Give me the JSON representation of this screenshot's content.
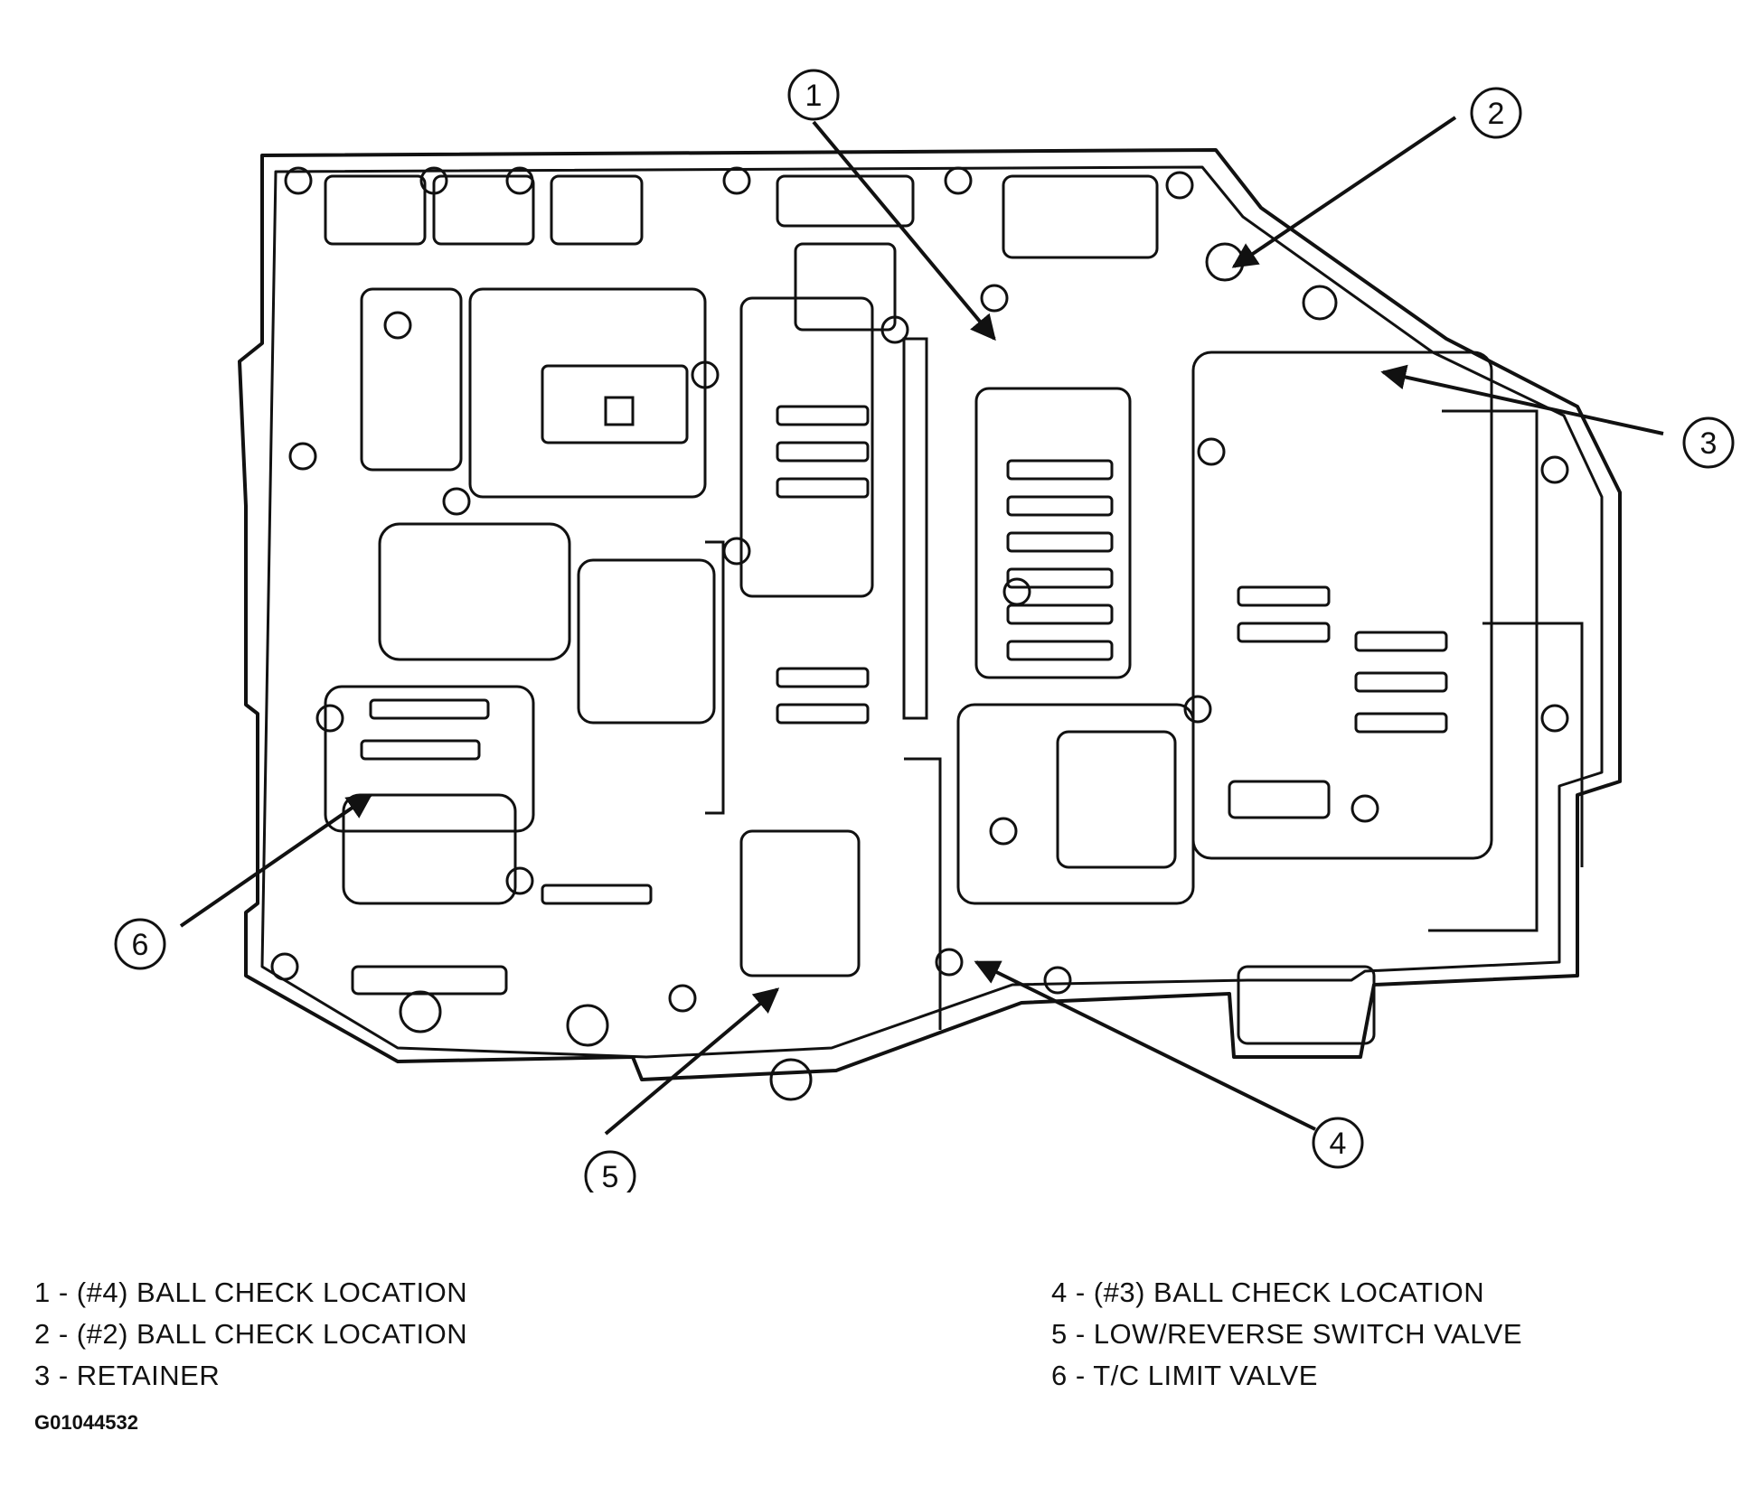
{
  "callouts": [
    {
      "number": "1"
    },
    {
      "number": "2"
    },
    {
      "number": "3"
    },
    {
      "number": "4"
    },
    {
      "number": "5"
    },
    {
      "number": "6"
    }
  ],
  "legend": {
    "left": [
      "1 - (#4) BALL CHECK LOCATION",
      "2 - (#2) BALL CHECK LOCATION",
      "3 - RETAINER"
    ],
    "right": [
      "4 - (#3) BALL CHECK LOCATION",
      "5 - LOW/REVERSE SWITCH VALVE",
      "6 - T/C LIMIT VALVE"
    ]
  },
  "figure_code": "G01044532"
}
